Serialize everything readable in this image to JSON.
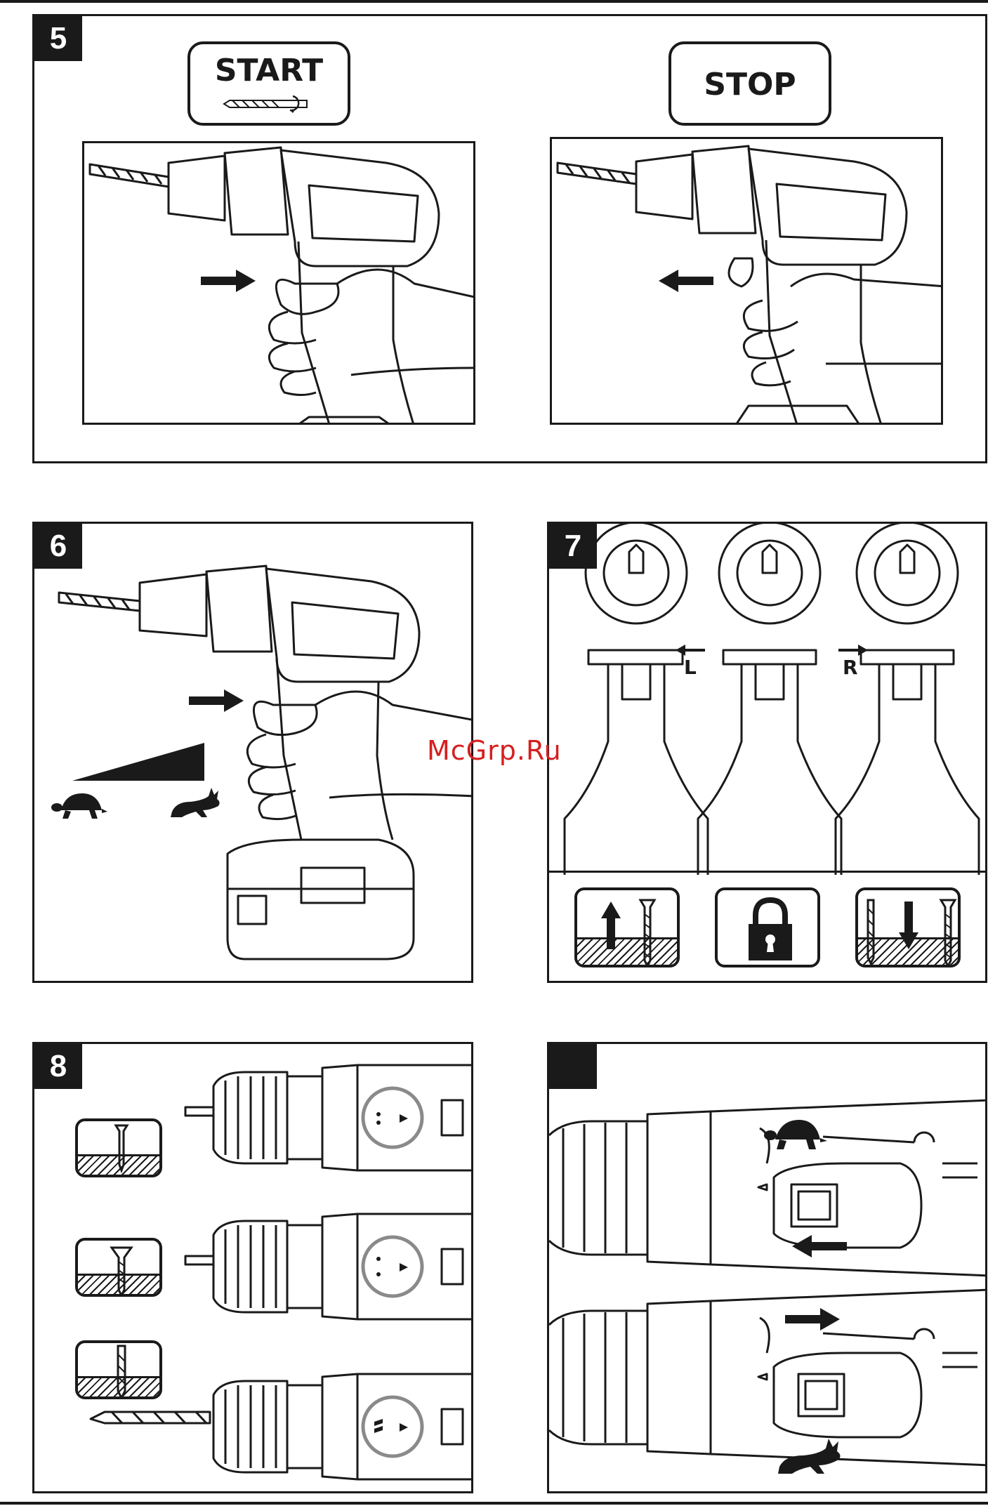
{
  "panels": {
    "p5": {
      "number": "5",
      "start_label": "START",
      "stop_label": "STOP"
    },
    "p6": {
      "number": "6"
    },
    "p7": {
      "number": "7",
      "left_label": "L",
      "right_label": "R"
    },
    "p8": {
      "number": "8"
    },
    "p9": {
      "number": ""
    }
  },
  "watermark": "McGrp.Ru",
  "icons": {
    "p5": [
      "drill-bit-rotation-icon",
      "trigger-press-arrow-icon",
      "trigger-release-arrow-icon"
    ],
    "p6": [
      "speed-ramp-icon",
      "turtle-slow-icon",
      "rabbit-fast-icon"
    ],
    "p7": [
      "screw-out-icon",
      "padlock-icon",
      "screw-in-icon"
    ],
    "p8": [
      "screw-shallow-icon",
      "screw-countersunk-icon",
      "drill-bit-icon"
    ],
    "p9": [
      "turtle-slow-icon",
      "rabbit-fast-icon",
      "left-arrow-icon",
      "right-arrow-icon"
    ]
  },
  "colors": {
    "ink": "#1a1a1a",
    "watermark": "#d61f1f",
    "highlight_circle": "#8a8a8a"
  }
}
